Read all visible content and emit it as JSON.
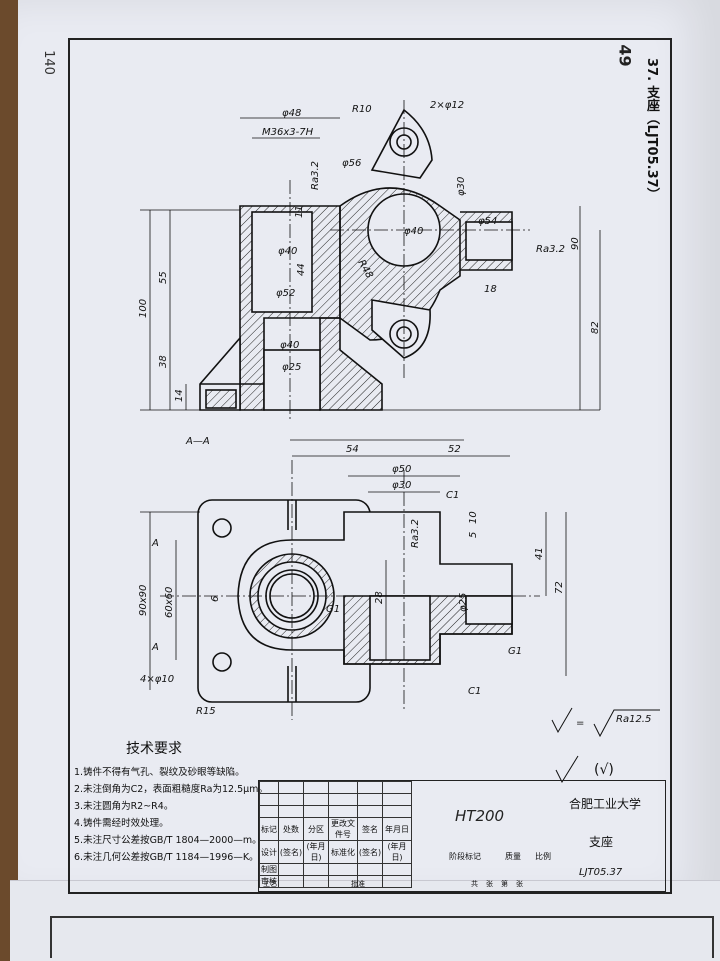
{
  "page": {
    "page_number": "140",
    "side_title": "37. 支座（LJT05.37）",
    "handwritten_number": "49"
  },
  "top_view_dims": {
    "d48": "φ48",
    "thread": "M36x3-7H",
    "r10": "R10",
    "holes": "2×φ12",
    "ra32a": "Ra3.2",
    "d56": "φ56",
    "d30": "φ30",
    "d54": "φ54",
    "d40a": "φ40",
    "d40b": "φ40",
    "n11": "11",
    "n44": "44",
    "r48": "R48",
    "d52": "φ52",
    "n90": "90",
    "ra32b": "Ra3.2",
    "n18": "18",
    "n82": "82",
    "n55": "55",
    "n100": "100",
    "n38": "38",
    "n14": "14",
    "d40c": "φ40",
    "d25": "φ25",
    "section": "A—A"
  },
  "bottom_view_dims": {
    "n54": "54",
    "n52": "52",
    "d50": "φ50",
    "d30": "φ30",
    "c1a": "C1",
    "ra32": "Ra3.2",
    "n5": "5",
    "n10": "10",
    "n41": "41",
    "n72": "72",
    "a1": "A",
    "a2": "A",
    "n90x90": "90x90",
    "n60x60": "60x60",
    "n6": "6",
    "n28": "28",
    "d25": "φ25",
    "g1a": "G1",
    "g1b": "G1",
    "holes4": "4×φ10",
    "r15": "R15",
    "c1b": "C1"
  },
  "symbols": {
    "ra125": "Ra12.5",
    "eq": "=",
    "paren": "(√)"
  },
  "notes": {
    "title": "技术要求",
    "lines": [
      "1.铸件不得有气孔、裂纹及砂眼等缺陷。",
      "2.未注倒角为C2，表面粗糙度Ra为12.5μm。",
      "3.未注圆角为R2~R4。",
      "4.铸件需经时效处理。",
      "5.未注尺寸公差按GB/T 1804—2000—m。",
      "6.未注几何公差按GB/T 1184—1996—K。"
    ]
  },
  "title_block": {
    "material": "HT200",
    "school": "合肥工业大学",
    "part_name": "支座",
    "code": "LJT05.37",
    "header_row": [
      "标记",
      "处数",
      "分区",
      "更改文件号",
      "签名",
      "年月日"
    ],
    "row2": [
      "设计",
      "(签名)",
      "(年月日)",
      "标准化",
      "(签名)",
      "(年月日)"
    ],
    "row3": [
      "制图",
      "",
      "",
      "",
      "",
      ""
    ],
    "row4": [
      "审核",
      "",
      "",
      "",
      "",
      ""
    ],
    "stage_label": "阶段标记",
    "mass_label": "质量",
    "scale_label": "比例",
    "sheets_label": "共张第张",
    "approve_label": "批准",
    "process_label": "工艺"
  }
}
